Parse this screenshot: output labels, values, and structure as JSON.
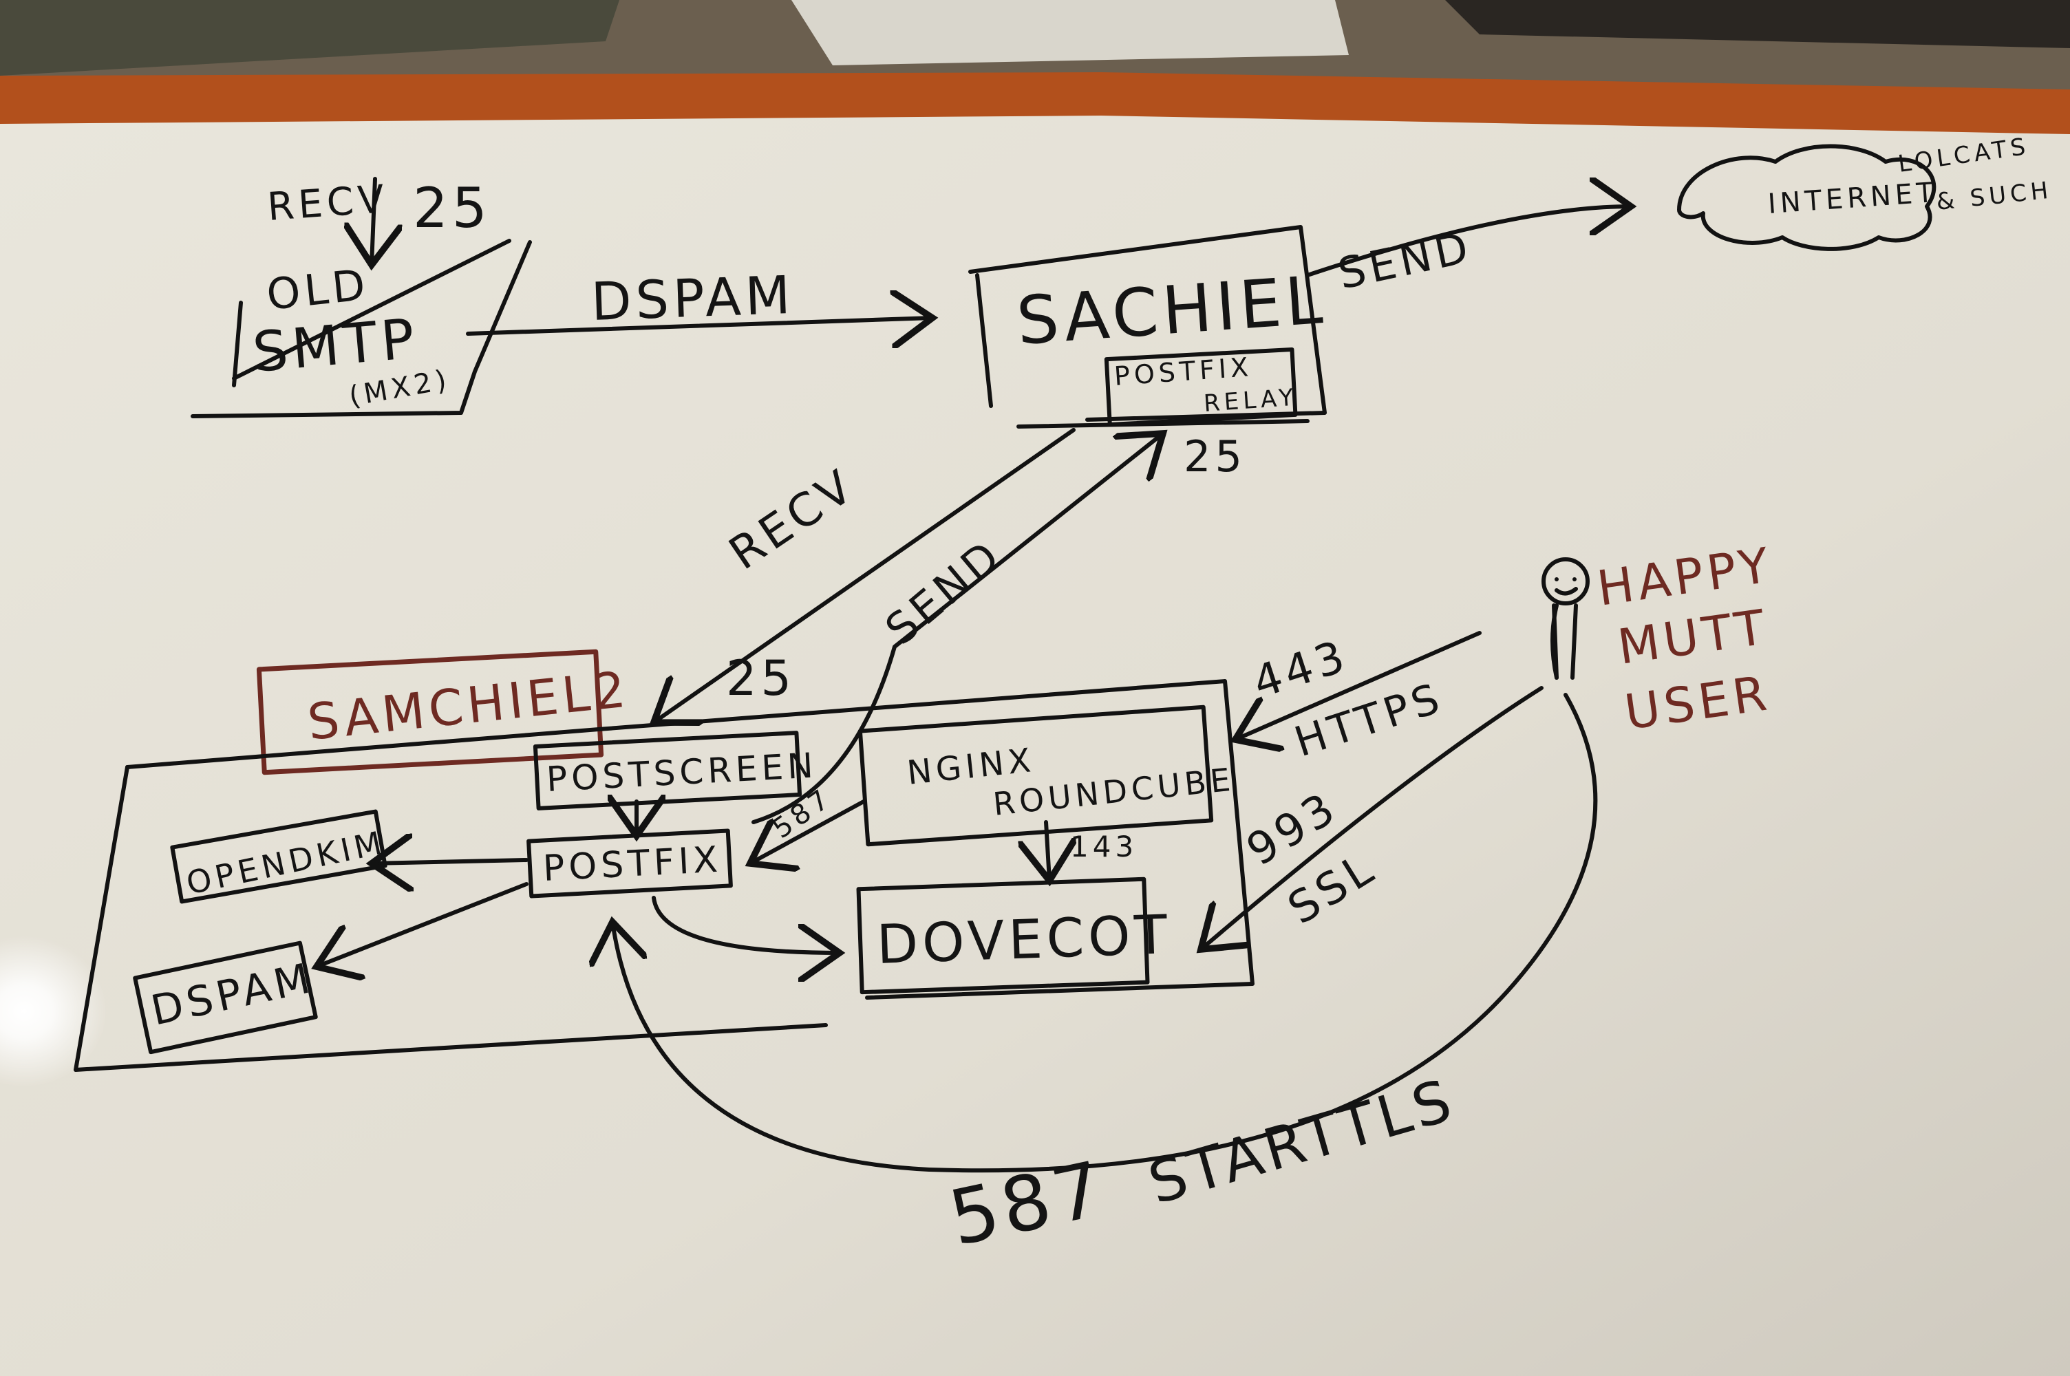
{
  "diagram": {
    "internet": {
      "label": "INTERNET",
      "note_line1": "LOLCATS",
      "note_line2": "& SUCH"
    },
    "old_smtp": {
      "line1": "OLD",
      "line2": "SMTP",
      "line3": "(MX2)",
      "recv_label": "RECV",
      "recv_port": "25"
    },
    "dspam_link": "DSPAM",
    "sachiel": {
      "title": "SACHIEL",
      "sub_line1": "POSTFIX",
      "sub_line2": "RELAY",
      "send_label": "SEND",
      "port": "25"
    },
    "recv_arrow": {
      "label": "RECV",
      "port": "25"
    },
    "send_arrow": {
      "label": "SEND"
    },
    "samchiel2": {
      "title": "SAMCHIEL2",
      "postscreen": "POSTSCREEN",
      "postfix": "POSTFIX",
      "opendkim": "OPENDKIM",
      "dspam": "DSPAM",
      "nginx_line1": "NGINX",
      "nginx_line2": "ROUNDCUBE",
      "imap_port": "143",
      "dovecot": "DOVECOT",
      "submission_port": "587"
    },
    "user": {
      "line1": "HAPPY",
      "line2": "MUTT",
      "line3": "USER",
      "https_port": "443",
      "https_label": "HTTPS",
      "imaps_port": "993",
      "imaps_label": "SSL",
      "starttls_port": "587",
      "starttls_label": "STARTTLS"
    }
  },
  "colors": {
    "board": "#e6e3d9",
    "frame": "#b2501c",
    "ink": "#141414",
    "red_ink": "#6e2a22",
    "table": "#6b5f4f"
  }
}
